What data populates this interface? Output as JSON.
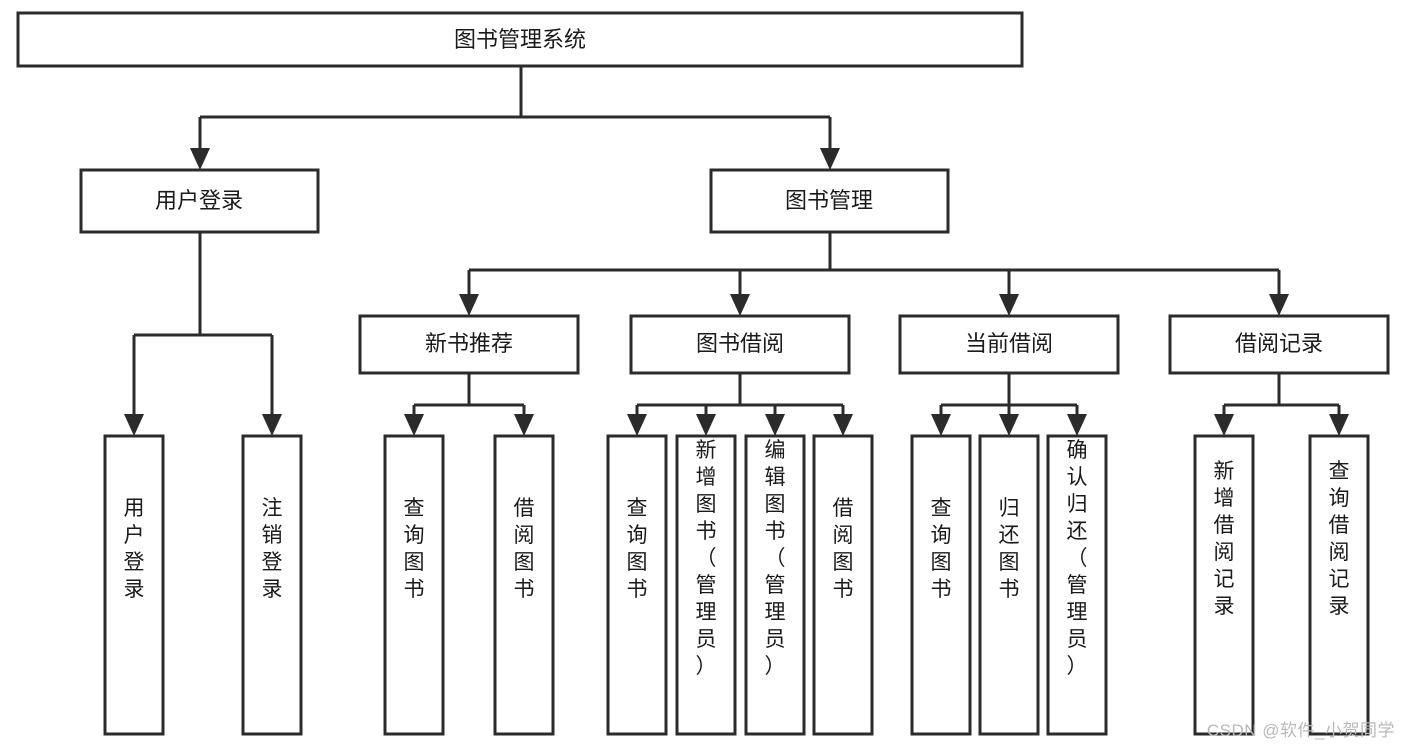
{
  "diagram": {
    "title": "图书管理系统",
    "watermark": "CSDN @软件_小贺同学",
    "colors": {
      "stroke": "#2b2b2b",
      "fill": "#ffffff",
      "text": "#1a1a1a",
      "watermark": "#b9b9b9",
      "background": "#ffffff"
    },
    "nodes": {
      "root": {
        "label": "图书管理系统"
      },
      "level2": [
        {
          "label": "用户登录"
        },
        {
          "label": "图书管理"
        }
      ],
      "level3": [
        {
          "label": "新书推荐"
        },
        {
          "label": "图书借阅"
        },
        {
          "label": "当前借阅"
        },
        {
          "label": "借阅记录"
        }
      ],
      "leaves_user_login": [
        {
          "label": "用户登录"
        },
        {
          "label": "注销登录"
        }
      ],
      "leaves_new_book": [
        {
          "label": "查询图书"
        },
        {
          "label": "借阅图书"
        }
      ],
      "leaves_borrow": [
        {
          "label": "查询图书"
        },
        {
          "label": "新增图书（管理员）"
        },
        {
          "label": "编辑图书（管理员）"
        },
        {
          "label": "借阅图书"
        }
      ],
      "leaves_current": [
        {
          "label": "查询图书"
        },
        {
          "label": "归还图书"
        },
        {
          "label": "确认归还（管理员）"
        }
      ],
      "leaves_record": [
        {
          "label": "新增借阅记录"
        },
        {
          "label": "查询借阅记录"
        }
      ]
    }
  }
}
